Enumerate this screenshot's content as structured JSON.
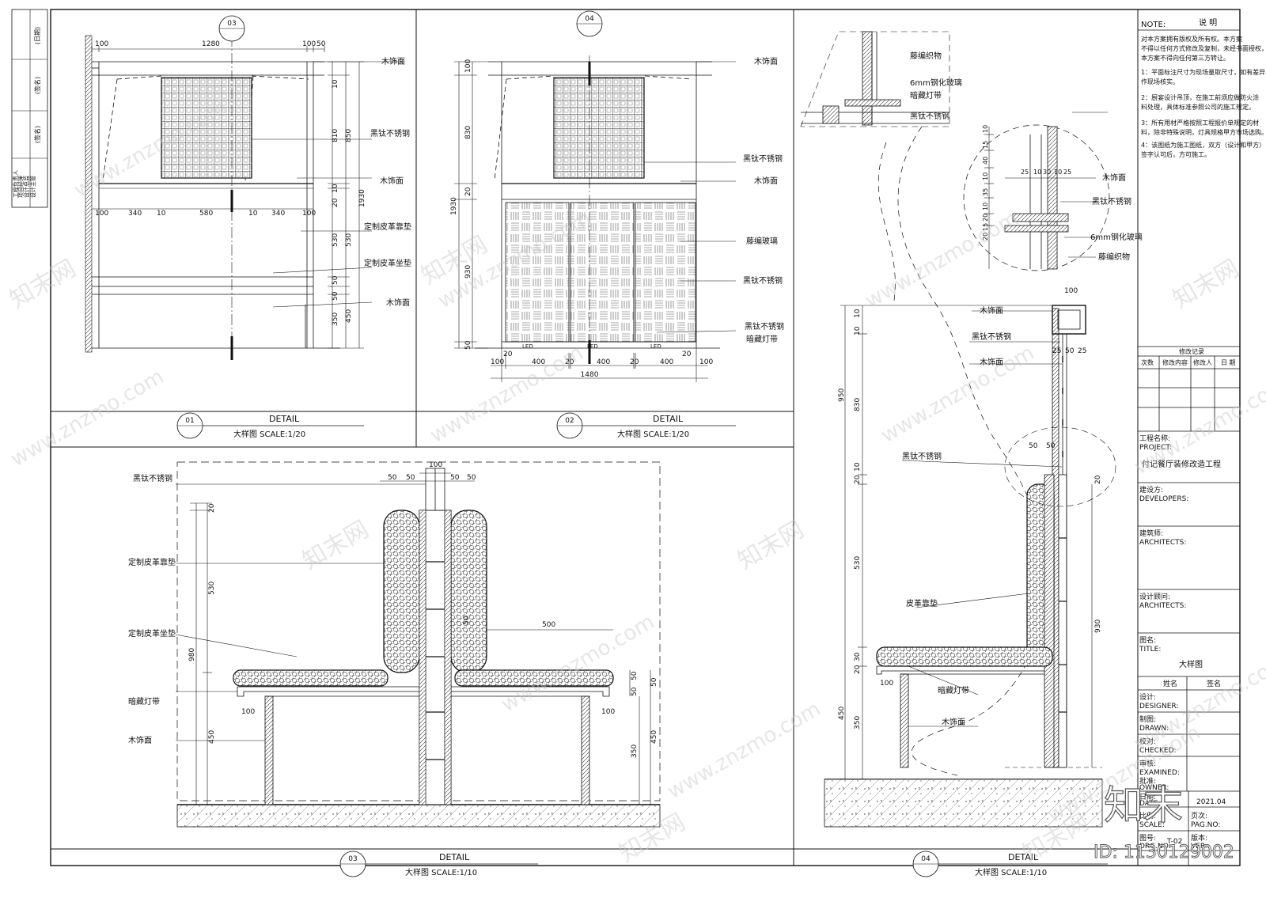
{
  "left_strip": {
    "labels": [
      "(日期)",
      "(签名)",
      "(签名)"
    ],
    "lines": [
      "工程负责人",
      "项目经理",
      "设计总监",
      "设计主管"
    ]
  },
  "details": {
    "d1": {
      "marker": "03",
      "num": "01",
      "title": "DETAIL",
      "scale": "大样图 SCALE:1/20",
      "top_dims": [
        "100",
        "1280",
        "100",
        "50"
      ],
      "mid_dims": [
        "100",
        "340",
        "10",
        "580",
        "10",
        "340",
        "100"
      ],
      "right_dims": [
        "10",
        "810",
        "850",
        "10",
        "20",
        "530",
        "530",
        "50",
        "50",
        "350",
        "450",
        "1930"
      ],
      "labels": [
        "木饰面",
        "黑钛不锈钢",
        "木饰面",
        "定制皮革靠垫",
        "定制皮革坐垫",
        "木饰面"
      ]
    },
    "d2": {
      "marker": "04",
      "num": "02",
      "title": "DETAIL",
      "scale": "大样图 SCALE:1/20",
      "left_dims": [
        "100",
        "830",
        "20",
        "930",
        "50",
        "1930"
      ],
      "bottom_dims": [
        "100",
        "400",
        "20",
        "400",
        "20",
        "400",
        "100",
        "20",
        "20",
        "1480"
      ],
      "labels": [
        "木饰面",
        "黑钛不锈钢",
        "木饰面",
        "藤编玻璃",
        "黑钛不锈钢",
        "黑钛不锈钢",
        "暗藏灯带"
      ],
      "led": "LED"
    },
    "d3": {
      "marker": "03",
      "title": "DETAIL",
      "scale": "大样图 SCALE:1/10",
      "top_dims": [
        "100",
        "50",
        "50",
        "50",
        "50"
      ],
      "left_dims": [
        "20",
        "530",
        "980",
        "450"
      ],
      "right_dims": [
        "50",
        "500",
        "50",
        "50",
        "50",
        "100",
        "350",
        "450",
        "100"
      ],
      "labels": [
        "黑钛不锈钢",
        "定制皮革靠垫",
        "定制皮革坐垫",
        "暗藏灯带",
        "木饰面"
      ]
    },
    "d4": {
      "marker": "04",
      "title": "DETAIL",
      "scale": "大样图 SCALE:1/10",
      "top_labels": [
        "藤编织物",
        "6mm钢化玻璃",
        "暗藏灯带",
        "黑钛不锈钢"
      ],
      "circle_labels": [
        "木饰面",
        "黑钛不锈钢",
        "6mm钢化玻璃",
        "藤编织物"
      ],
      "circle_dims": [
        "25",
        "10",
        "30",
        "10",
        "25",
        "10",
        "15",
        "40",
        "10",
        "35",
        "10",
        "20",
        "15",
        "20"
      ],
      "labels": [
        "木饰面",
        "黑钛不锈钢",
        "木饰面",
        "黑钛不锈钢",
        "皮革靠垫",
        "暗藏灯带",
        "木饰面"
      ],
      "dims": [
        "100",
        "25",
        "50",
        "25",
        "10",
        "10",
        "830",
        "950",
        "20",
        "10",
        "50",
        "50",
        "20",
        "530",
        "930",
        "30",
        "20",
        "100",
        "450",
        "350"
      ]
    }
  },
  "title_block": {
    "note_label": "NOTE:",
    "note_title": "说  明",
    "notes": [
      "对本方案拥有版权及所有权。本方案",
      "不得以任何方式修改及复制，未经书面授权，",
      "本方案不得向任何第三方转让。",
      "1：平面标注尺寸为现场量取尺寸，如有差异，",
      "作现场核实。",
      "2：厨宴设计吊顶，在施工前须应做防火涂",
      "料处理，具体标准参照公司的施工规定。",
      "3：所有用材严格按照工程报价单规定的材",
      "料，除非特殊说明，灯具规格甲方市场选购。",
      "4：该图纸为施工图纸，双方（设计和甲方）",
      "签字认可后，方可施工。"
    ],
    "revision_title": "修改记录",
    "revision_headers": [
      "次数",
      "修改内容",
      "修改人",
      "日 期"
    ],
    "project_label": "工程名称:",
    "project_label_en": "PROJECT:",
    "project_name": "付记餐厅装修改造工程",
    "developer_label": "建设方:",
    "developer_label_en": "DEVELOPERS:",
    "architect_label": "建筑师:",
    "architect_label_en": "ARCHITECTS:",
    "consultant_label": "设计顾问:",
    "consultant_label_en": "ARCHITECTS:",
    "title_label": "图名:",
    "title_label_en": "TITLE:",
    "drawing_title": "大样图",
    "name_header": "姓名",
    "sign_header": "签名",
    "designer_label": "设计:",
    "designer_label_en": "DESIGNER:",
    "drawn_label": "制图:",
    "drawn_label_en": "DRAWN:",
    "checked_label": "校对:",
    "checked_label_en": "CHECKED:",
    "examined_label": "审核:",
    "examined_label_en": "EXAMINED:",
    "owner_label": "批准:",
    "owner_label_en": "OWNER:",
    "date_label": "日期:",
    "date_label_en": "DATE:",
    "date_value": "2021.04",
    "scale_label": "比例:",
    "scale_label_en": "SCALE:",
    "page_label": "页次:",
    "page_label_en": "PAG.NO:",
    "drawing_no_label": "图号:",
    "drawing_no_label_en": "DRG.NO:",
    "drawing_no_value": "T-02",
    "version_label": "版本:",
    "version_label_en": "VER.:"
  },
  "watermark": {
    "brand": "知末",
    "site": "www.znzmo.com",
    "brand_cn": "知末网",
    "id": "ID: 1130129002"
  }
}
